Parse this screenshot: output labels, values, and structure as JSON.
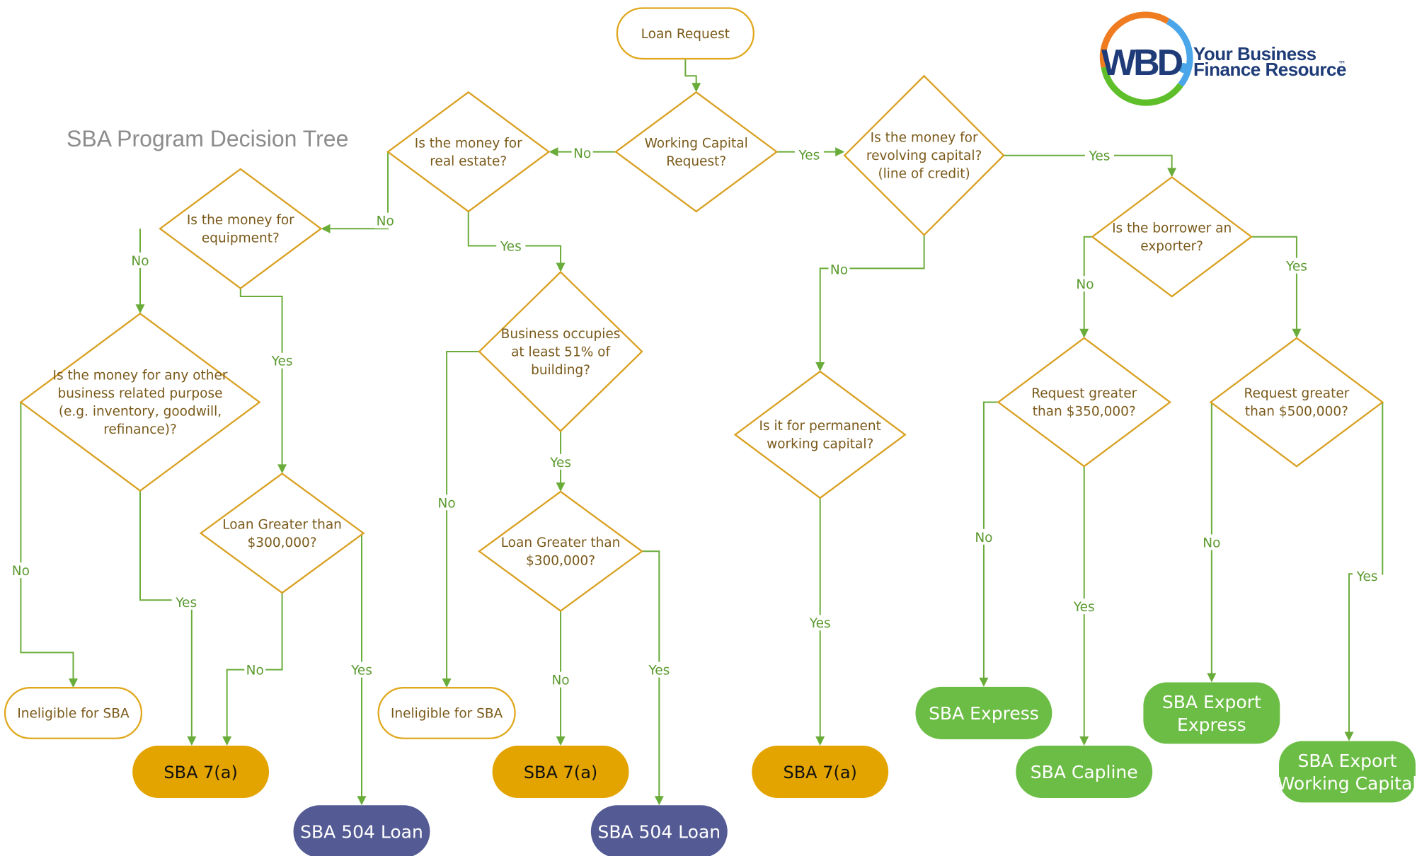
{
  "title": "SBA Program Decision Tree",
  "logo": {
    "mark": "WBD",
    "tagline_line1": "Your Business",
    "tagline_line2": "Finance Resource",
    "trademark": "™",
    "colors": [
      "#f07c21",
      "#4aa6e8",
      "#5fbf2a",
      "#1f3c78"
    ]
  },
  "colors": {
    "node_border": "#d9a020",
    "node_text": "#7a5a1a",
    "edge": "#6aac3a",
    "sba7a_fill": "#e3a400",
    "sba504_fill": "#545b94",
    "sba_green_fill": "#6cbd45"
  },
  "nodes": {
    "loan_request": {
      "lines": [
        "Loan Request"
      ]
    },
    "working_capital": {
      "lines": [
        "Working Capital",
        "Request?"
      ]
    },
    "real_estate": {
      "lines": [
        "Is the money for",
        "real estate?"
      ]
    },
    "equipment": {
      "lines": [
        "Is the money for",
        "equipment?"
      ]
    },
    "other_purpose": {
      "lines": [
        "Is the money for any other",
        "business related purpose",
        "(e.g. inventory, goodwill,",
        "refinance)?"
      ]
    },
    "ineligible_1": {
      "lines": [
        "Ineligible for SBA"
      ]
    },
    "loan_300k_1": {
      "lines": [
        "Loan Greater than",
        "$300,000?"
      ]
    },
    "sba7a_1": {
      "lines": [
        "SBA 7(a)"
      ]
    },
    "sba504_1": {
      "lines": [
        "SBA 504 Loan"
      ]
    },
    "occupies_51": {
      "lines": [
        "Business occupies",
        "at least 51% of",
        "building?"
      ]
    },
    "ineligible_2": {
      "lines": [
        "Ineligible for SBA"
      ]
    },
    "loan_300k_2": {
      "lines": [
        "Loan Greater than",
        "$300,000?"
      ]
    },
    "sba7a_2": {
      "lines": [
        "SBA 7(a)"
      ]
    },
    "sba504_2": {
      "lines": [
        "SBA 504 Loan"
      ]
    },
    "revolving": {
      "lines": [
        "Is the money for",
        "revolving capital?",
        "(line of credit)"
      ]
    },
    "permanent_wc": {
      "lines": [
        "Is it for permanent",
        "working capital?"
      ]
    },
    "sba7a_3": {
      "lines": [
        "SBA 7(a)"
      ]
    },
    "exporter": {
      "lines": [
        "Is the borrower an",
        "exporter?"
      ]
    },
    "req_350k": {
      "lines": [
        "Request greater",
        "than $350,000?"
      ]
    },
    "req_500k": {
      "lines": [
        "Request greater",
        "than $500,000?"
      ]
    },
    "sba_express": {
      "lines": [
        "SBA Express"
      ]
    },
    "sba_capline": {
      "lines": [
        "SBA Capline"
      ]
    },
    "sba_export_express": {
      "lines": [
        "SBA Export",
        "Express"
      ]
    },
    "sba_export_wc": {
      "lines": [
        "SBA Export",
        "Working Capital"
      ]
    }
  },
  "edges": {
    "e1": "",
    "e2": "No",
    "e3": "Yes",
    "e4": "No",
    "e5": "Yes",
    "e6": "No",
    "e7": "Yes",
    "e8": "No",
    "e9": "Yes",
    "e10": "No",
    "e11": "Yes",
    "e12": "No",
    "e13": "Yes",
    "e14": "No",
    "e15": "Yes",
    "e16": "No",
    "e17": "Yes",
    "e18": "Yes",
    "e19": "No",
    "e20": "Yes",
    "e21": "No",
    "e22": "Yes",
    "e23": "No",
    "e24": "Yes"
  }
}
